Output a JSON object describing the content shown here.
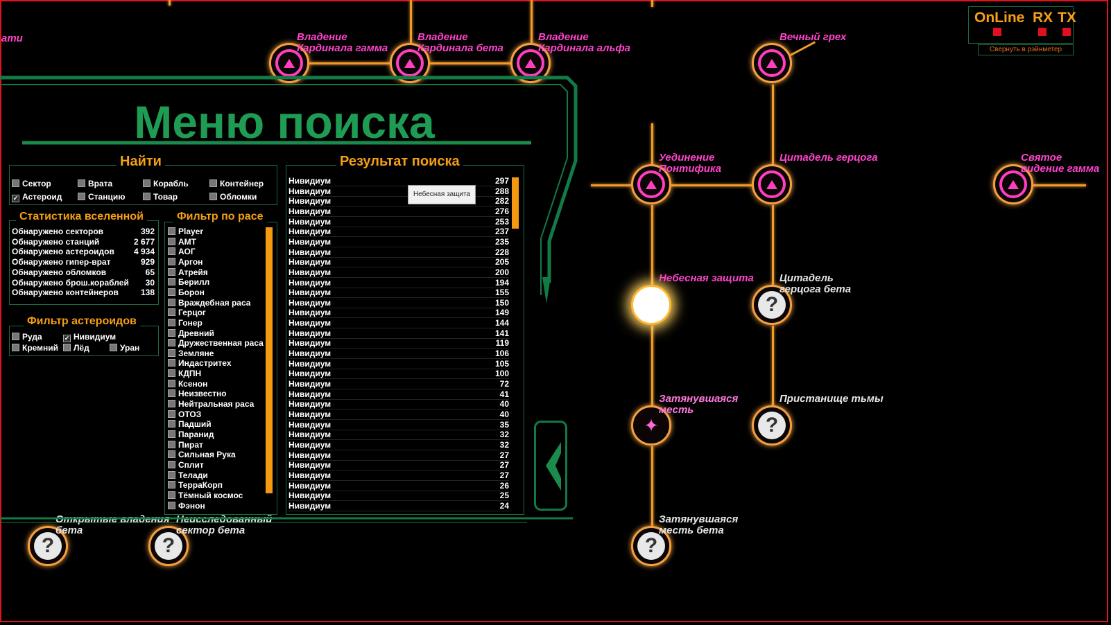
{
  "status": {
    "online": "OnLine",
    "rx": "RX",
    "tx": "TX",
    "collapse": "Свернуть в рэйнметер",
    "indicator_color": "#e0101e"
  },
  "map": {
    "partial_left_label": "ати",
    "nodes": {
      "gamma": {
        "label": "Владение Кардинала гамма"
      },
      "beta": {
        "label": "Владение Кардинала бета"
      },
      "alpha": {
        "label": "Владение Кардинала альфа"
      },
      "eternal": {
        "label": "Вечный грех"
      },
      "pontifex": {
        "label": "Уединение Понтифика"
      },
      "citadel": {
        "label": "Цитадель герцога"
      },
      "holy": {
        "label": "Святое видение гамма"
      },
      "heaven": {
        "label": "Небесная защита"
      },
      "citadel_beta": {
        "label": "Цитадель герцога бета"
      },
      "revenge": {
        "label": "Затянувшаяся месть"
      },
      "haven": {
        "label": "Пристанище тьмы"
      },
      "revenge_beta": {
        "label": "Затянувшаяся месть бета"
      },
      "bl1": {
        "label": "Открытые владения бета"
      },
      "bl2": {
        "label": "Неисследованный сектор бета"
      }
    }
  },
  "panel": {
    "title": "Меню поиска",
    "find": {
      "header": "Найти",
      "items": [
        {
          "label": "Сектор",
          "checked": false
        },
        {
          "label": "Врата",
          "checked": false
        },
        {
          "label": "Корабль",
          "checked": false
        },
        {
          "label": "Контейнер",
          "checked": false
        },
        {
          "label": "Астероид",
          "checked": true
        },
        {
          "label": "Станцию",
          "checked": false
        },
        {
          "label": "Товар",
          "checked": false
        },
        {
          "label": "Обломки",
          "checked": false
        }
      ]
    },
    "stats": {
      "header": "Статистика вселенной",
      "rows": [
        {
          "label": "Обнаружено секторов",
          "value": "392"
        },
        {
          "label": "Обнаружено станций",
          "value": "2 677"
        },
        {
          "label": "Обнаружено астероидов",
          "value": "4 934"
        },
        {
          "label": "Обнаружено гипер-врат",
          "value": "929"
        },
        {
          "label": "Обнаружено обломков",
          "value": "65"
        },
        {
          "label": "Обнаружено брош.кораблей",
          "value": "30"
        },
        {
          "label": "Обнаружено контейнеров",
          "value": "138"
        }
      ]
    },
    "asteroid_filter": {
      "header": "Фильтр астероидов",
      "items": [
        {
          "label": "Руда",
          "checked": false
        },
        {
          "label": "Нивидиум",
          "checked": true
        },
        {
          "label": "Кремний",
          "checked": false
        },
        {
          "label": "Лёд",
          "checked": false
        },
        {
          "label": "Уран",
          "checked": false
        }
      ]
    },
    "race_filter": {
      "header": "Фильтр по расе",
      "items": [
        "Player",
        "АМТ",
        "АОГ",
        "Аргон",
        "Атрейя",
        "Берилл",
        "Борон",
        "Враждебная раса",
        "Герцог",
        "Гонер",
        "Древний",
        "Дружественная раса",
        "Земляне",
        "Индастритех",
        "КДПН",
        "Ксенон",
        "Неизвестно",
        "Нейтральная раса",
        "ОТОЗ",
        "Падший",
        "Паранид",
        "Пират",
        "Сильная Рука",
        "Сплит",
        "Телади",
        "ТерраКорп",
        "Тёмный космос",
        "Фэнон"
      ]
    },
    "results": {
      "header": "Результат поиска",
      "tooltip": "Небесная защита",
      "rows": [
        {
          "name": "Нивидиум",
          "value": "297"
        },
        {
          "name": "Нивидиум",
          "value": "288"
        },
        {
          "name": "Нивидиум",
          "value": "282"
        },
        {
          "name": "Нивидиум",
          "value": "276"
        },
        {
          "name": "Нивидиум",
          "value": "253"
        },
        {
          "name": "Нивидиум",
          "value": "237"
        },
        {
          "name": "Нивидиум",
          "value": "235"
        },
        {
          "name": "Нивидиум",
          "value": "228"
        },
        {
          "name": "Нивидиум",
          "value": "205"
        },
        {
          "name": "Нивидиум",
          "value": "200"
        },
        {
          "name": "Нивидиум",
          "value": "194"
        },
        {
          "name": "Нивидиум",
          "value": "155"
        },
        {
          "name": "Нивидиум",
          "value": "150"
        },
        {
          "name": "Нивидиум",
          "value": "149"
        },
        {
          "name": "Нивидиум",
          "value": "144"
        },
        {
          "name": "Нивидиум",
          "value": "141"
        },
        {
          "name": "Нивидиум",
          "value": "119"
        },
        {
          "name": "Нивидиум",
          "value": "106"
        },
        {
          "name": "Нивидиум",
          "value": "105"
        },
        {
          "name": "Нивидиум",
          "value": "100"
        },
        {
          "name": "Нивидиум",
          "value": "72"
        },
        {
          "name": "Нивидиум",
          "value": "41"
        },
        {
          "name": "Нивидиум",
          "value": "40"
        },
        {
          "name": "Нивидиум",
          "value": "40"
        },
        {
          "name": "Нивидиум",
          "value": "35"
        },
        {
          "name": "Нивидиум",
          "value": "32"
        },
        {
          "name": "Нивидиум",
          "value": "32"
        },
        {
          "name": "Нивидиум",
          "value": "27"
        },
        {
          "name": "Нивидиум",
          "value": "27"
        },
        {
          "name": "Нивидиум",
          "value": "27"
        },
        {
          "name": "Нивидиум",
          "value": "26"
        },
        {
          "name": "Нивидиум",
          "value": "25"
        },
        {
          "name": "Нивидиум",
          "value": "24"
        }
      ]
    }
  }
}
